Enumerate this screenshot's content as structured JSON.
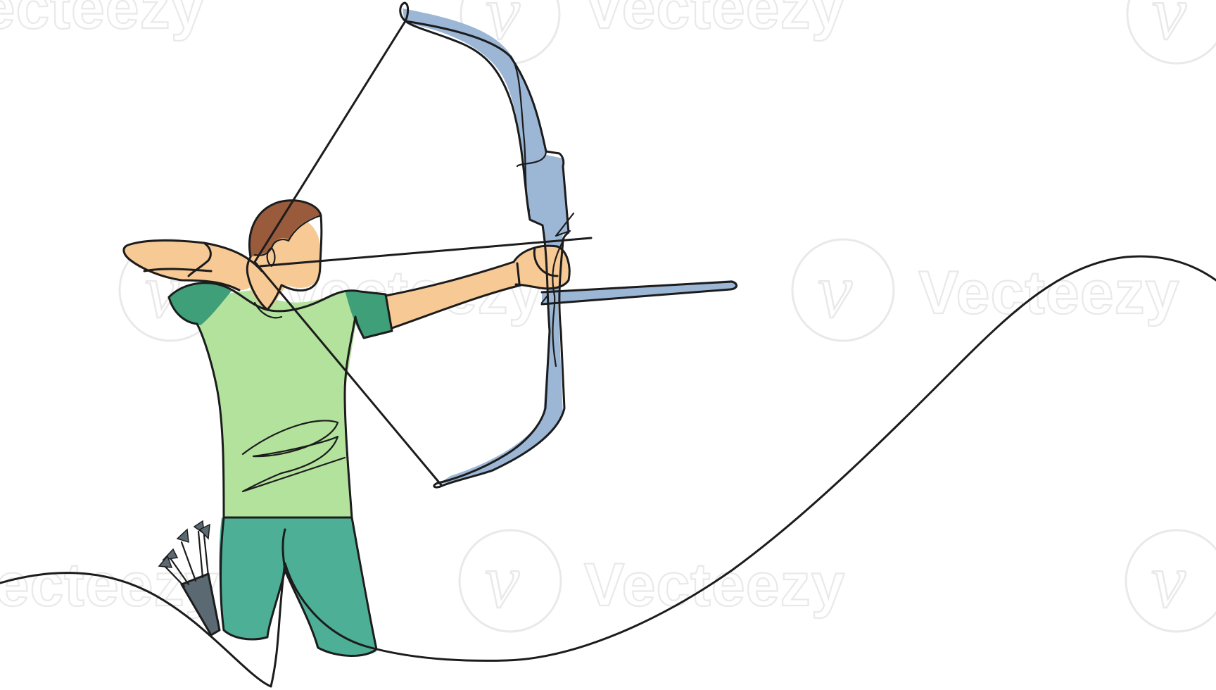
{
  "watermark": {
    "brand_text": "Vecteezy",
    "logo_glyph": "v"
  },
  "illustration": {
    "subject": "archer-drawing-bow",
    "style": "continuous-line-drawing",
    "colors": {
      "line": "#1c1c1c",
      "skin": "#f7c995",
      "hair": "#9a5b3c",
      "shirt": "#b2e29c",
      "sleeve_cuff": "#3e9f78",
      "pants": "#4caf96",
      "bow": "#9cb6d6",
      "arrows": "#5b6a72",
      "background": "#ffffff"
    }
  }
}
